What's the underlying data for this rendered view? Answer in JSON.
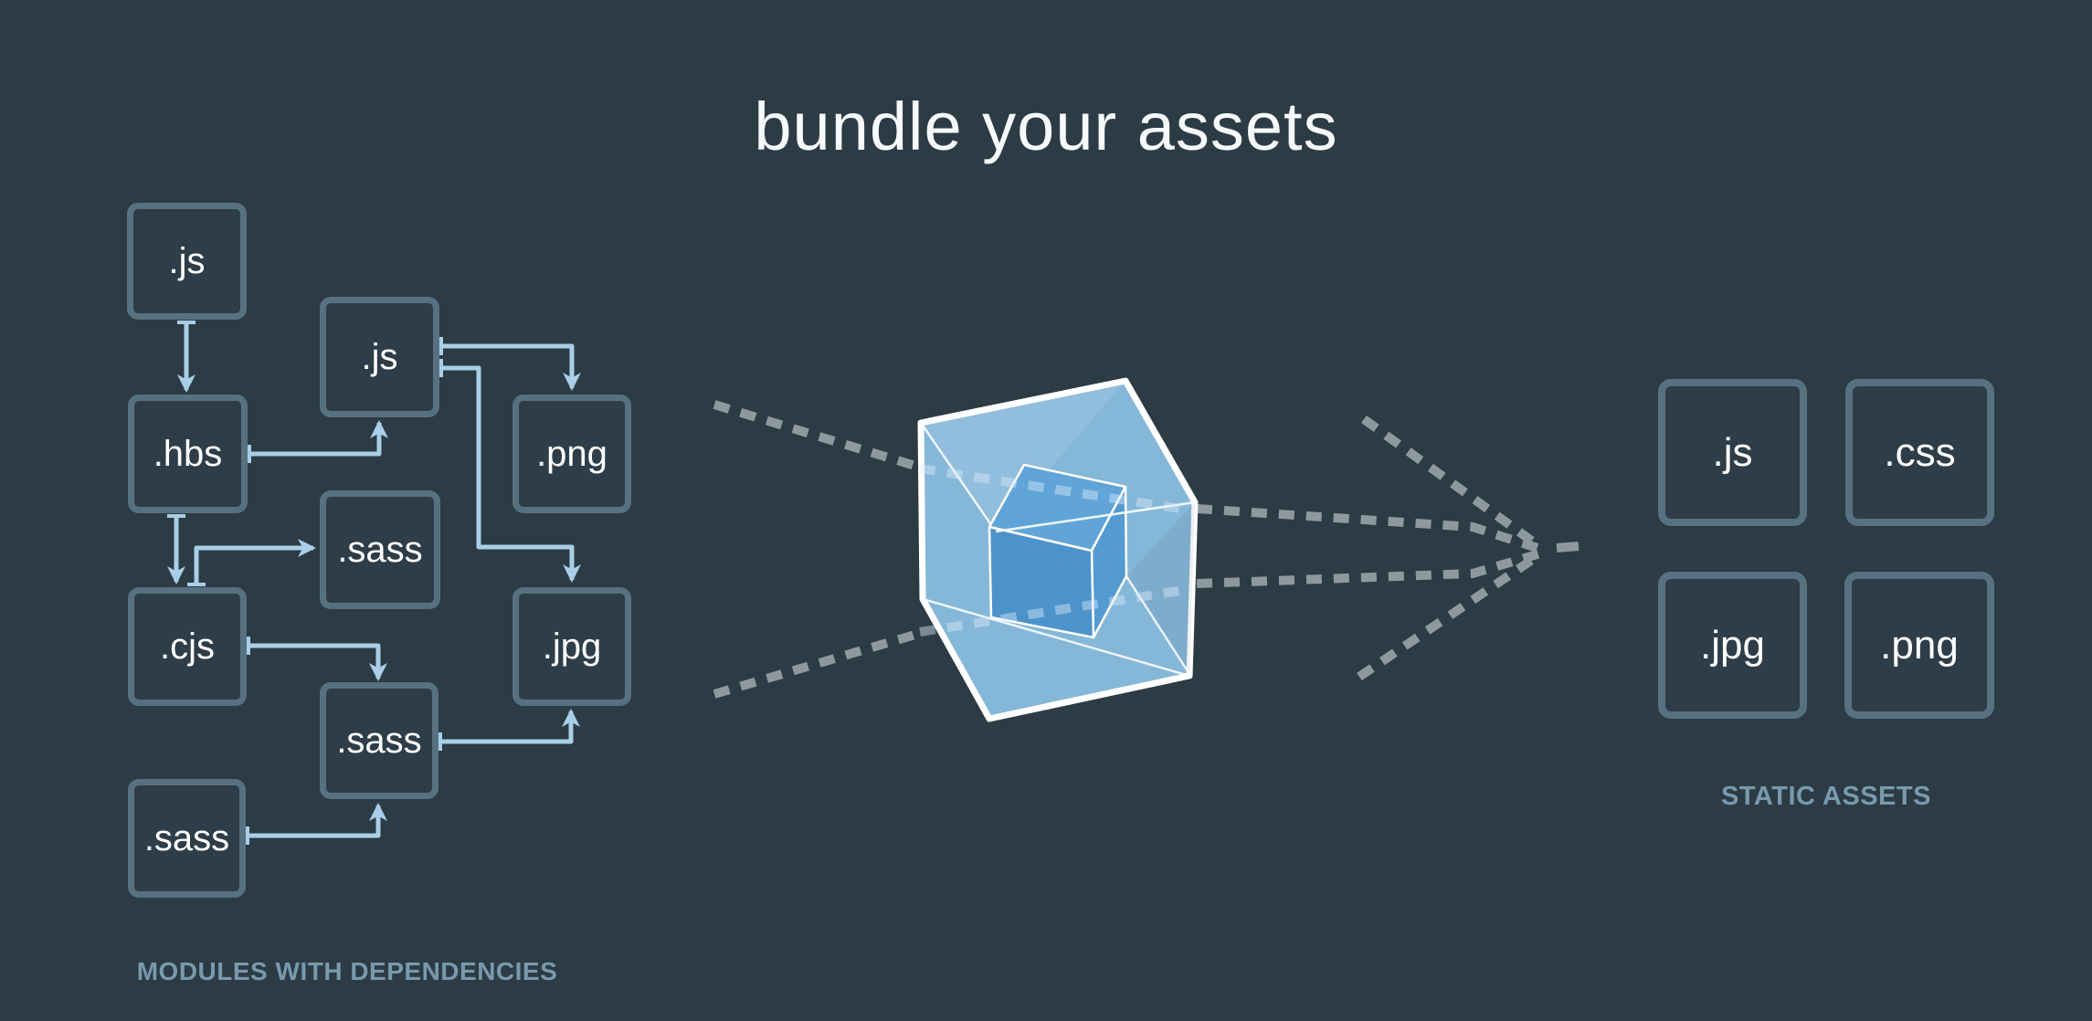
{
  "page": {
    "title": "bundle your assets"
  },
  "modules_graph": {
    "section_label": "MODULES WITH DEPENDENCIES",
    "nodes": [
      {
        "id": "js-1",
        "label": ".js"
      },
      {
        "id": "js-2",
        "label": ".js"
      },
      {
        "id": "hbs",
        "label": ".hbs"
      },
      {
        "id": "png",
        "label": ".png"
      },
      {
        "id": "sass-top",
        "label": ".sass"
      },
      {
        "id": "cjs",
        "label": ".cjs"
      },
      {
        "id": "jpg",
        "label": ".jpg"
      },
      {
        "id": "sass-mid",
        "label": ".sass"
      },
      {
        "id": "sass-bottom",
        "label": ".sass"
      }
    ],
    "edges": [
      {
        "from": "js-1",
        "to": "hbs"
      },
      {
        "from": "hbs",
        "to": "js-2"
      },
      {
        "from": "hbs",
        "to": "cjs"
      },
      {
        "from": "cjs",
        "to": "sass-top"
      },
      {
        "from": "cjs",
        "to": "sass-mid"
      },
      {
        "from": "sass-bottom",
        "to": "sass-mid"
      },
      {
        "from": "sass-mid",
        "to": "jpg"
      },
      {
        "from": "js-2",
        "to": "png"
      },
      {
        "from": "js-2",
        "to": "jpg"
      }
    ]
  },
  "bundler": {
    "icon": "webpack-cube-icon"
  },
  "static_assets": {
    "section_label": "STATIC ASSETS",
    "items": [
      {
        "label": ".js"
      },
      {
        "label": ".css"
      },
      {
        "label": ".jpg"
      },
      {
        "label": ".png"
      }
    ]
  },
  "colors": {
    "background": "#2c3b44",
    "box_border": "#587181",
    "connector_blue": "#a9cfe8",
    "dashed_gray": "#8e999f",
    "section_label": "#7999ad",
    "cube_outer": "#85b7d9",
    "cube_inner_top": "#61a5d8",
    "cube_inner_front": "#4d93cb",
    "cube_inner_right": "#549bd1"
  }
}
